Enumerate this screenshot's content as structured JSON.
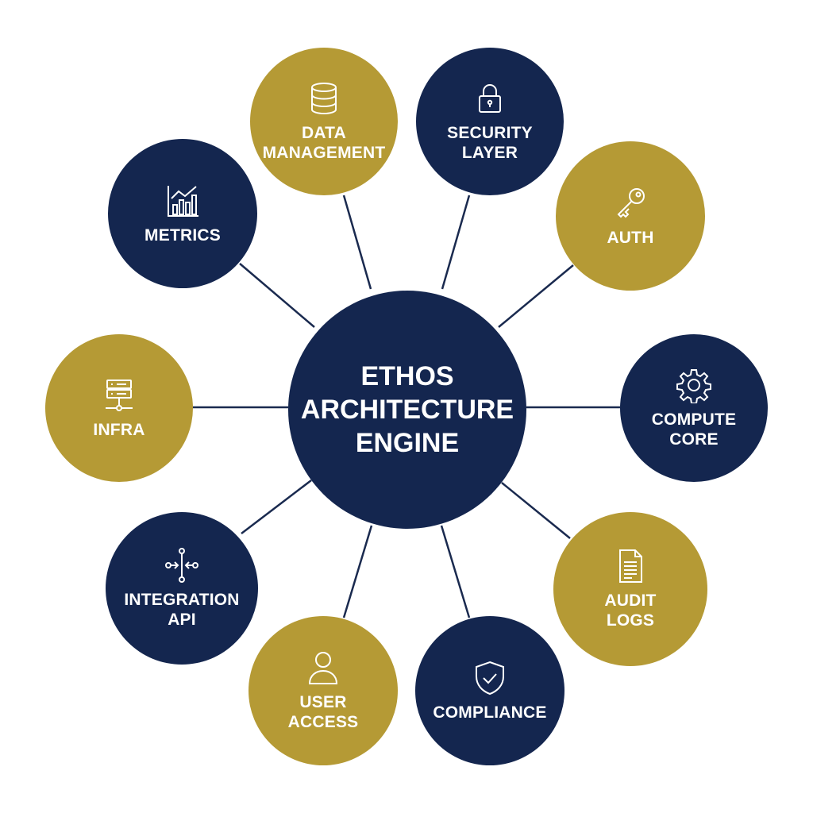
{
  "diagram": {
    "center": {
      "line1": "ETHOS",
      "line2": "ARCHITECTURE",
      "line3": "ENGINE"
    },
    "nodes": [
      {
        "id": "data",
        "label": "DATA\nMANAGEMENT",
        "icon": "database-icon",
        "color": "#b59a35"
      },
      {
        "id": "security",
        "label": "SECURITY\nLAYER",
        "icon": "lock-icon",
        "color": "#14264f"
      },
      {
        "id": "metrics",
        "label": "METRICS",
        "icon": "bar-chart-icon",
        "color": "#14264f"
      },
      {
        "id": "auth",
        "label": "AUTH",
        "icon": "key-icon",
        "color": "#b59a35"
      },
      {
        "id": "infra",
        "label": "INFRA",
        "icon": "server-icon",
        "color": "#b59a35"
      },
      {
        "id": "compute",
        "label": "COMPUTE\nCORE",
        "icon": "gear-icon",
        "color": "#14264f"
      },
      {
        "id": "integration",
        "label": "INTEGRATION\nAPI",
        "icon": "connector-icon",
        "color": "#14264f"
      },
      {
        "id": "audit",
        "label": "AUDIT\nLOGS",
        "icon": "document-icon",
        "color": "#b59a35"
      },
      {
        "id": "user",
        "label": "USER\nACCESS",
        "icon": "user-icon",
        "color": "#b59a35"
      },
      {
        "id": "compliance",
        "label": "COMPLIANCE",
        "icon": "shield-check-icon",
        "color": "#14264f"
      }
    ]
  },
  "colors": {
    "navy": "#14264f",
    "gold": "#b59a35",
    "line": "#1a2a4f",
    "background": "#ffffff"
  }
}
